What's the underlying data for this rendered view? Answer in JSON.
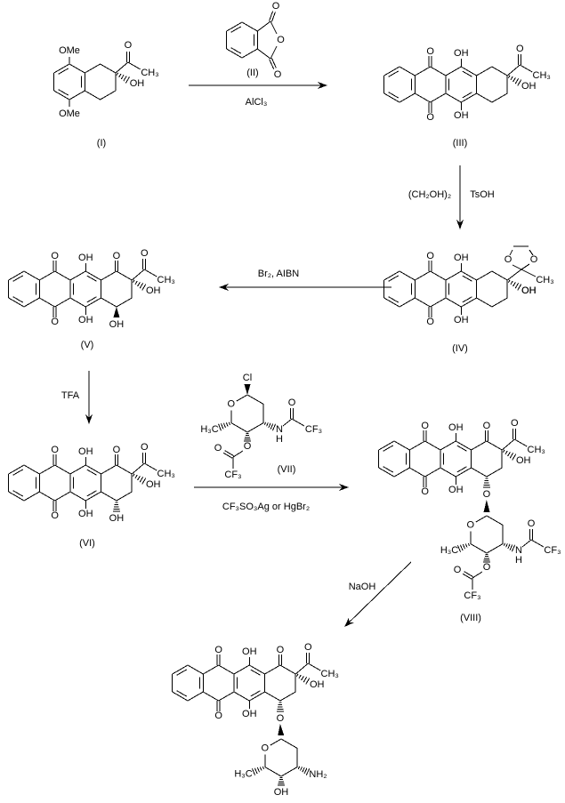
{
  "atoms": {
    "O": "O",
    "OH": "OH",
    "OMe": "OMe",
    "CH3": "CH₃",
    "H3C": "H₃C",
    "Cl": "Cl",
    "N": "N",
    "H": "H",
    "NH2": "NH₂",
    "CF3": "CF₃"
  },
  "compounds": {
    "i": "(I)",
    "ii": "(II)",
    "iii": "(III)",
    "iv": "(IV)",
    "v": "(V)",
    "vi": "(VI)",
    "vii": "(VII)",
    "viii": "(VIII)"
  },
  "reagents": {
    "alcl3": "AlCl₃",
    "glycol": "(CH₂OH)₂",
    "tsoh": "TsOH",
    "br2_aibn": "Br₂, AIBN",
    "tfa": "TFA",
    "silver": "CF₃SO₃Ag or HgBr₂",
    "naoh": "NaOH"
  }
}
